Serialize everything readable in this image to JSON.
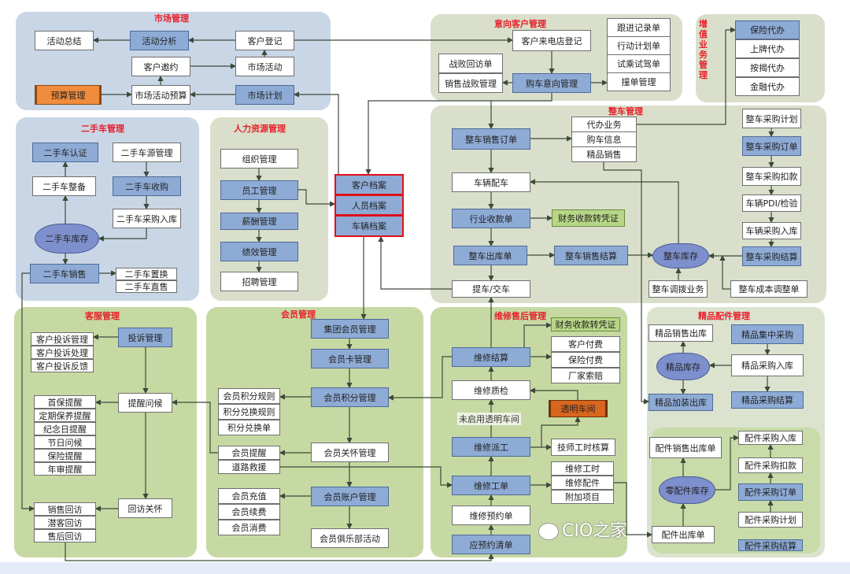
{
  "panels": {
    "market": "市场管理",
    "intent": "意向客户管理",
    "valueadd": "增值业务管理",
    "used": "二手车管理",
    "hr": "人力资源管理",
    "vehicle": "整车管理",
    "service": "客服管理",
    "member": "会员管理",
    "repair": "维修售后管理",
    "parts": "精品配件管理"
  },
  "nodes": {
    "act_summary": "活动总结",
    "act_analysis": "活动分析",
    "cust_register": "客户登记",
    "cust_invite": "客户邀约",
    "market_act": "市场活动",
    "budget_mgmt": "预算管理",
    "market_budget": "市场活动预算",
    "market_plan": "市场计划",
    "used_cert": "二手车认证",
    "used_source": "二手车源管理",
    "used_prep": "二手车整备",
    "used_buy": "二手车收购",
    "used_in": "二手车采购入库",
    "used_stock": "二手车库存",
    "used_sale": "二手车销售",
    "used_swap": "二手车置换",
    "used_direct": "二手车直售",
    "org_mgmt": "组织管理",
    "staff_mgmt": "员工管理",
    "pay_mgmt": "薪酬管理",
    "perf_mgmt": "绩效管理",
    "recruit_mgmt": "招聘管理",
    "cust_file": "客户档案",
    "staff_file": "人员档案",
    "vehicle_file": "车辆档案",
    "call_register": "客户来电店登记",
    "follow_record": "跟进记录单",
    "action_plan": "行动计划单",
    "test_drive": "试乘试驾单",
    "conflict_mgmt": "撞单管理",
    "lost_visit": "战败回访单",
    "lost_mgmt": "销售战败管理",
    "intent_mgmt": "购车意向管理",
    "ins_agent": "保险代办",
    "plate_agent": "上牌代办",
    "loan_agent": "按揭代办",
    "fin_agent": "金融代办",
    "vp_plan": "整车采购计划",
    "vp_order": "整车采购订单",
    "vp_deduct": "整车采购扣款",
    "vp_pdi": "车辆PDI/检验",
    "vp_in": "车辆采购入库",
    "vp_settle": "整车采购结算",
    "v_sale_order": "整车销售订单",
    "agent_biz": "代办业务",
    "buy_info": "购车信息",
    "boutique_sale": "精品销售",
    "v_match": "车辆配车",
    "industry_receipt": "行业收款单",
    "fin_voucher": "财务收款转凭证",
    "v_out": "整车出库单",
    "v_settle": "整车销售结算",
    "v_stock": "整车库存",
    "v_transfer": "整车调拨业务",
    "v_cost_adj": "整车成本调整单",
    "v_deliver": "提车/交车",
    "complaint_mgmt": "投诉管理",
    "c_complaint_mgmt": "客户投诉管理",
    "c_complaint_handle": "客户投诉处理",
    "c_complaint_feedback": "客户投诉反馈",
    "remind": "提醒问候",
    "r1": "首保提醒",
    "r2": "定期保养提醒",
    "r3": "纪念日提醒",
    "r4": "节日问候",
    "r5": "保险提醒",
    "r6": "年审提醒",
    "revisit_care": "回访关怀",
    "sale_visit": "销售回访",
    "lead_visit": "潜客回访",
    "after_visit": "售后回访",
    "group_member": "集团会员管理",
    "card_mgmt": "会员卡管理",
    "points_mgmt": "会员积分管理",
    "points_rule": "会员积分规则",
    "exchange_rule": "积分兑换规则",
    "exchange_bill": "积分兑换单",
    "member_remind": "会员提醒",
    "road_rescue": "道路救援",
    "member_care": "会员关怀管理",
    "recharge": "会员充值",
    "renew": "会员续费",
    "consume": "会员消费",
    "account_mgmt": "会员账户管理",
    "club_act": "会员俱乐部活动",
    "fin_voucher2": "财务收款转凭证",
    "cust_pay": "客户付费",
    "ins_pay": "保险付费",
    "oem_claim": "厂家索赔",
    "repair_settle": "维修结算",
    "repair_qc": "维修质检",
    "transparent_ws": "透明车间",
    "repair_dispatch": "维修派工",
    "tech_hours": "技师工时核算",
    "repair_hours": "维修工时",
    "repair_parts": "维修配件",
    "extra_items": "附加项目",
    "repair_order": "维修工单",
    "repair_appt": "维修预约单",
    "appt_list": "应预约清单",
    "b_sale_out": "精品销售出库",
    "b_central_buy": "精品集中采购",
    "b_stock": "精品库存",
    "b_buy_in": "精品采购入库",
    "b_install_out": "精品加装出库",
    "b_buy_settle": "精品采购结算",
    "p_sale_out": "配件销售出库单",
    "p_buy_in": "配件采购入库",
    "p_buy_deduct": "配件采购扣款",
    "p_buy_order": "配件采购订单",
    "p_buy_plan": "配件采购计划",
    "p_buy_settle": "配件采购结算",
    "p_stock": "零配件库存",
    "p_out": "配件出库单"
  },
  "notes": {
    "no_transparent": "未启用透明车间"
  },
  "watermark": "CIO之家"
}
